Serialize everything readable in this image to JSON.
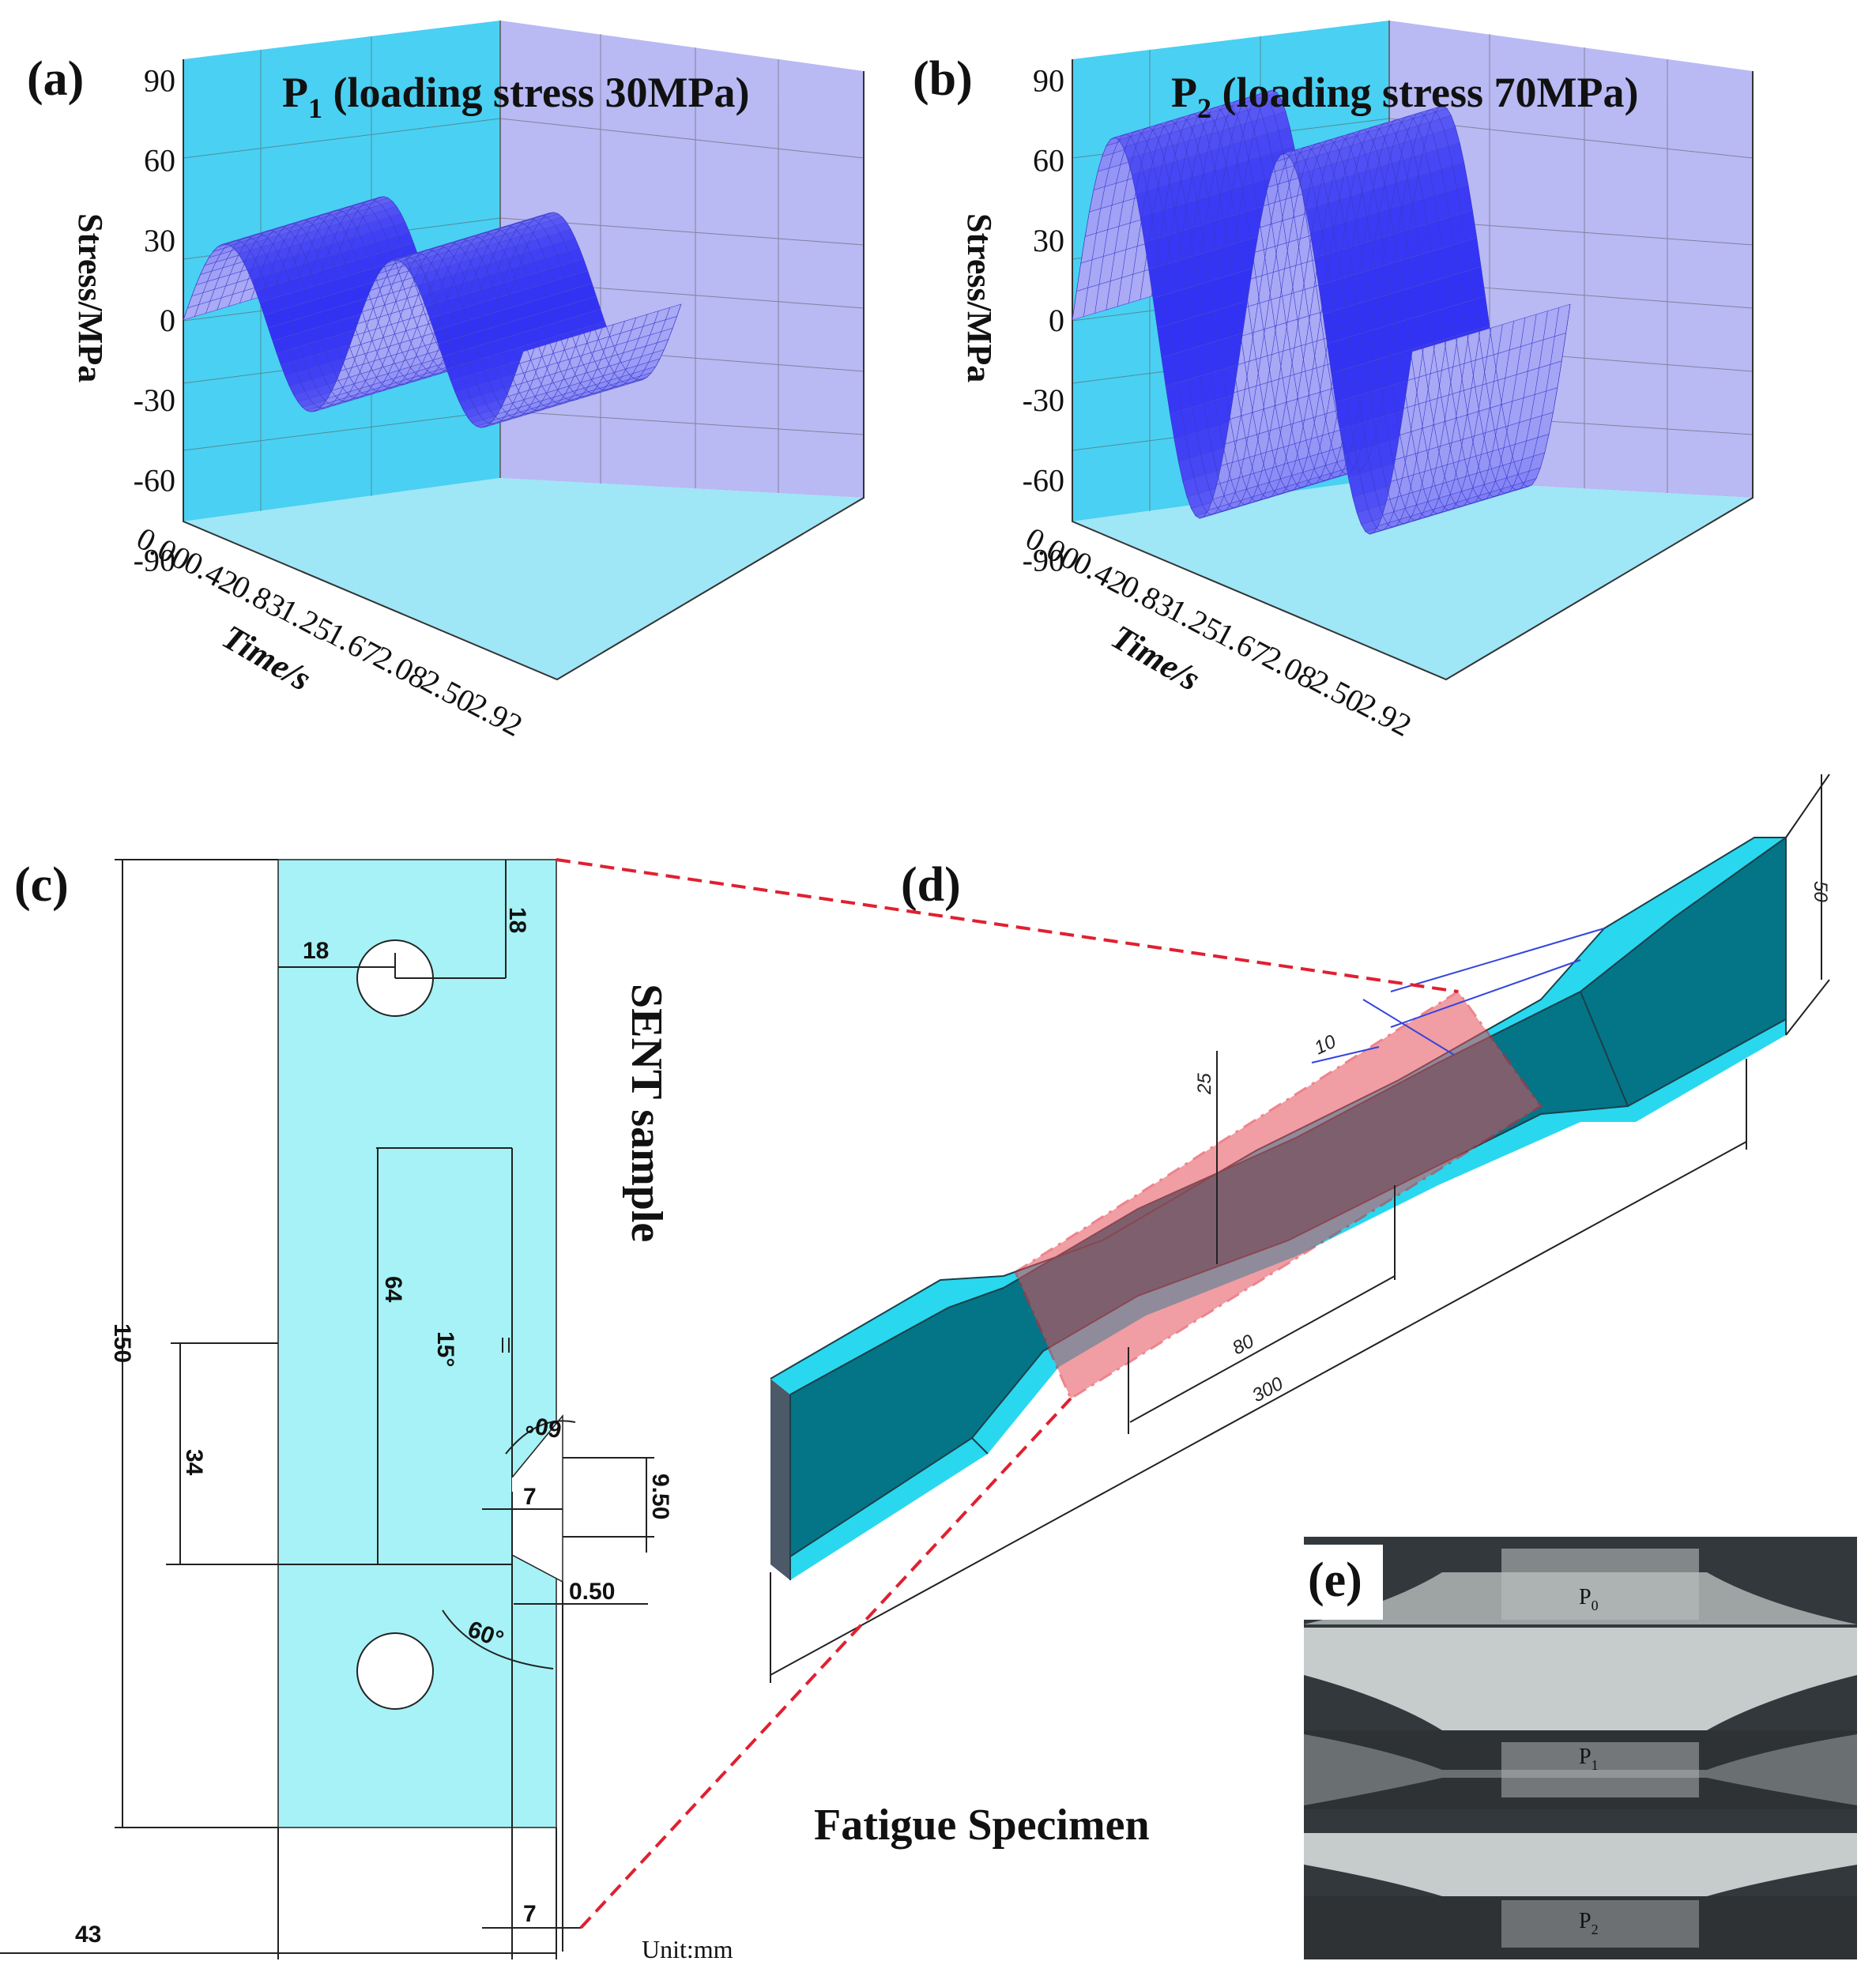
{
  "panels": {
    "a": {
      "label": "(a)",
      "title_main": "P",
      "title_sub": "1",
      "title_rest": " (loading stress 30MPa)"
    },
    "b": {
      "label": "(b)",
      "title_main": "P",
      "title_sub": "2",
      "title_rest": " (loading stress 70MPa)"
    },
    "c": {
      "label": "(c)",
      "caption": "SENT sample",
      "unit": "Unit:mm",
      "dims": {
        "total_length": "150",
        "width": "43",
        "hole_offset_top": "18",
        "hole_offset_side": "18",
        "gauge": "64",
        "notch_pos": "34",
        "notch_depth_top": "7",
        "notch_gap": "9.50",
        "notch_tip": "0.50",
        "edge_bottom": "7",
        "angle_top": "60°",
        "angle_bottom": "60°",
        "slot_angle": "15°"
      }
    },
    "d": {
      "label": "(d)",
      "caption": "Fatigue Specimen",
      "dims": {
        "width_end": "50",
        "thickness": "10",
        "width_gauge": "25",
        "gauge_length": "80",
        "total_length": "300"
      }
    },
    "e": {
      "label": "(e)",
      "samples": [
        {
          "main": "P",
          "sub": "0"
        },
        {
          "main": "P",
          "sub": "1"
        },
        {
          "main": "P",
          "sub": "2"
        }
      ]
    }
  },
  "colors": {
    "wall_back": "#4ad0f2",
    "wall_right": "#b9b9f4",
    "floor": "#9fe6f6",
    "surface": "#7b7bf2",
    "sent_fill": "#a6f2f6",
    "specimen_dark": "#037587",
    "specimen_light": "#29d8ee",
    "highlight": "#e44e58"
  },
  "chart_data": [
    {
      "type": "3d-surface",
      "title": "P1 (loading stress 30MPa)",
      "ylabel": "Stress/MPa",
      "xlabel": "Time/s",
      "zticks": [
        90,
        60,
        30,
        0,
        -30,
        -60,
        -90
      ],
      "xticks": [
        "0.00",
        "0.42",
        "0.83",
        "1.25",
        "1.67",
        "2.08",
        "2.50",
        "2.92"
      ],
      "amplitude": 30,
      "cycles": 2
    },
    {
      "type": "3d-surface",
      "title": "P2 (loading stress 70MPa)",
      "ylabel": "Stress/MPa",
      "xlabel": "Time/s",
      "zticks": [
        90,
        60,
        30,
        0,
        -30,
        -60,
        -90
      ],
      "xticks": [
        "0.00",
        "0.42",
        "0.83",
        "1.25",
        "1.67",
        "2.08",
        "2.50",
        "2.92"
      ],
      "amplitude": 70,
      "cycles": 2
    }
  ]
}
